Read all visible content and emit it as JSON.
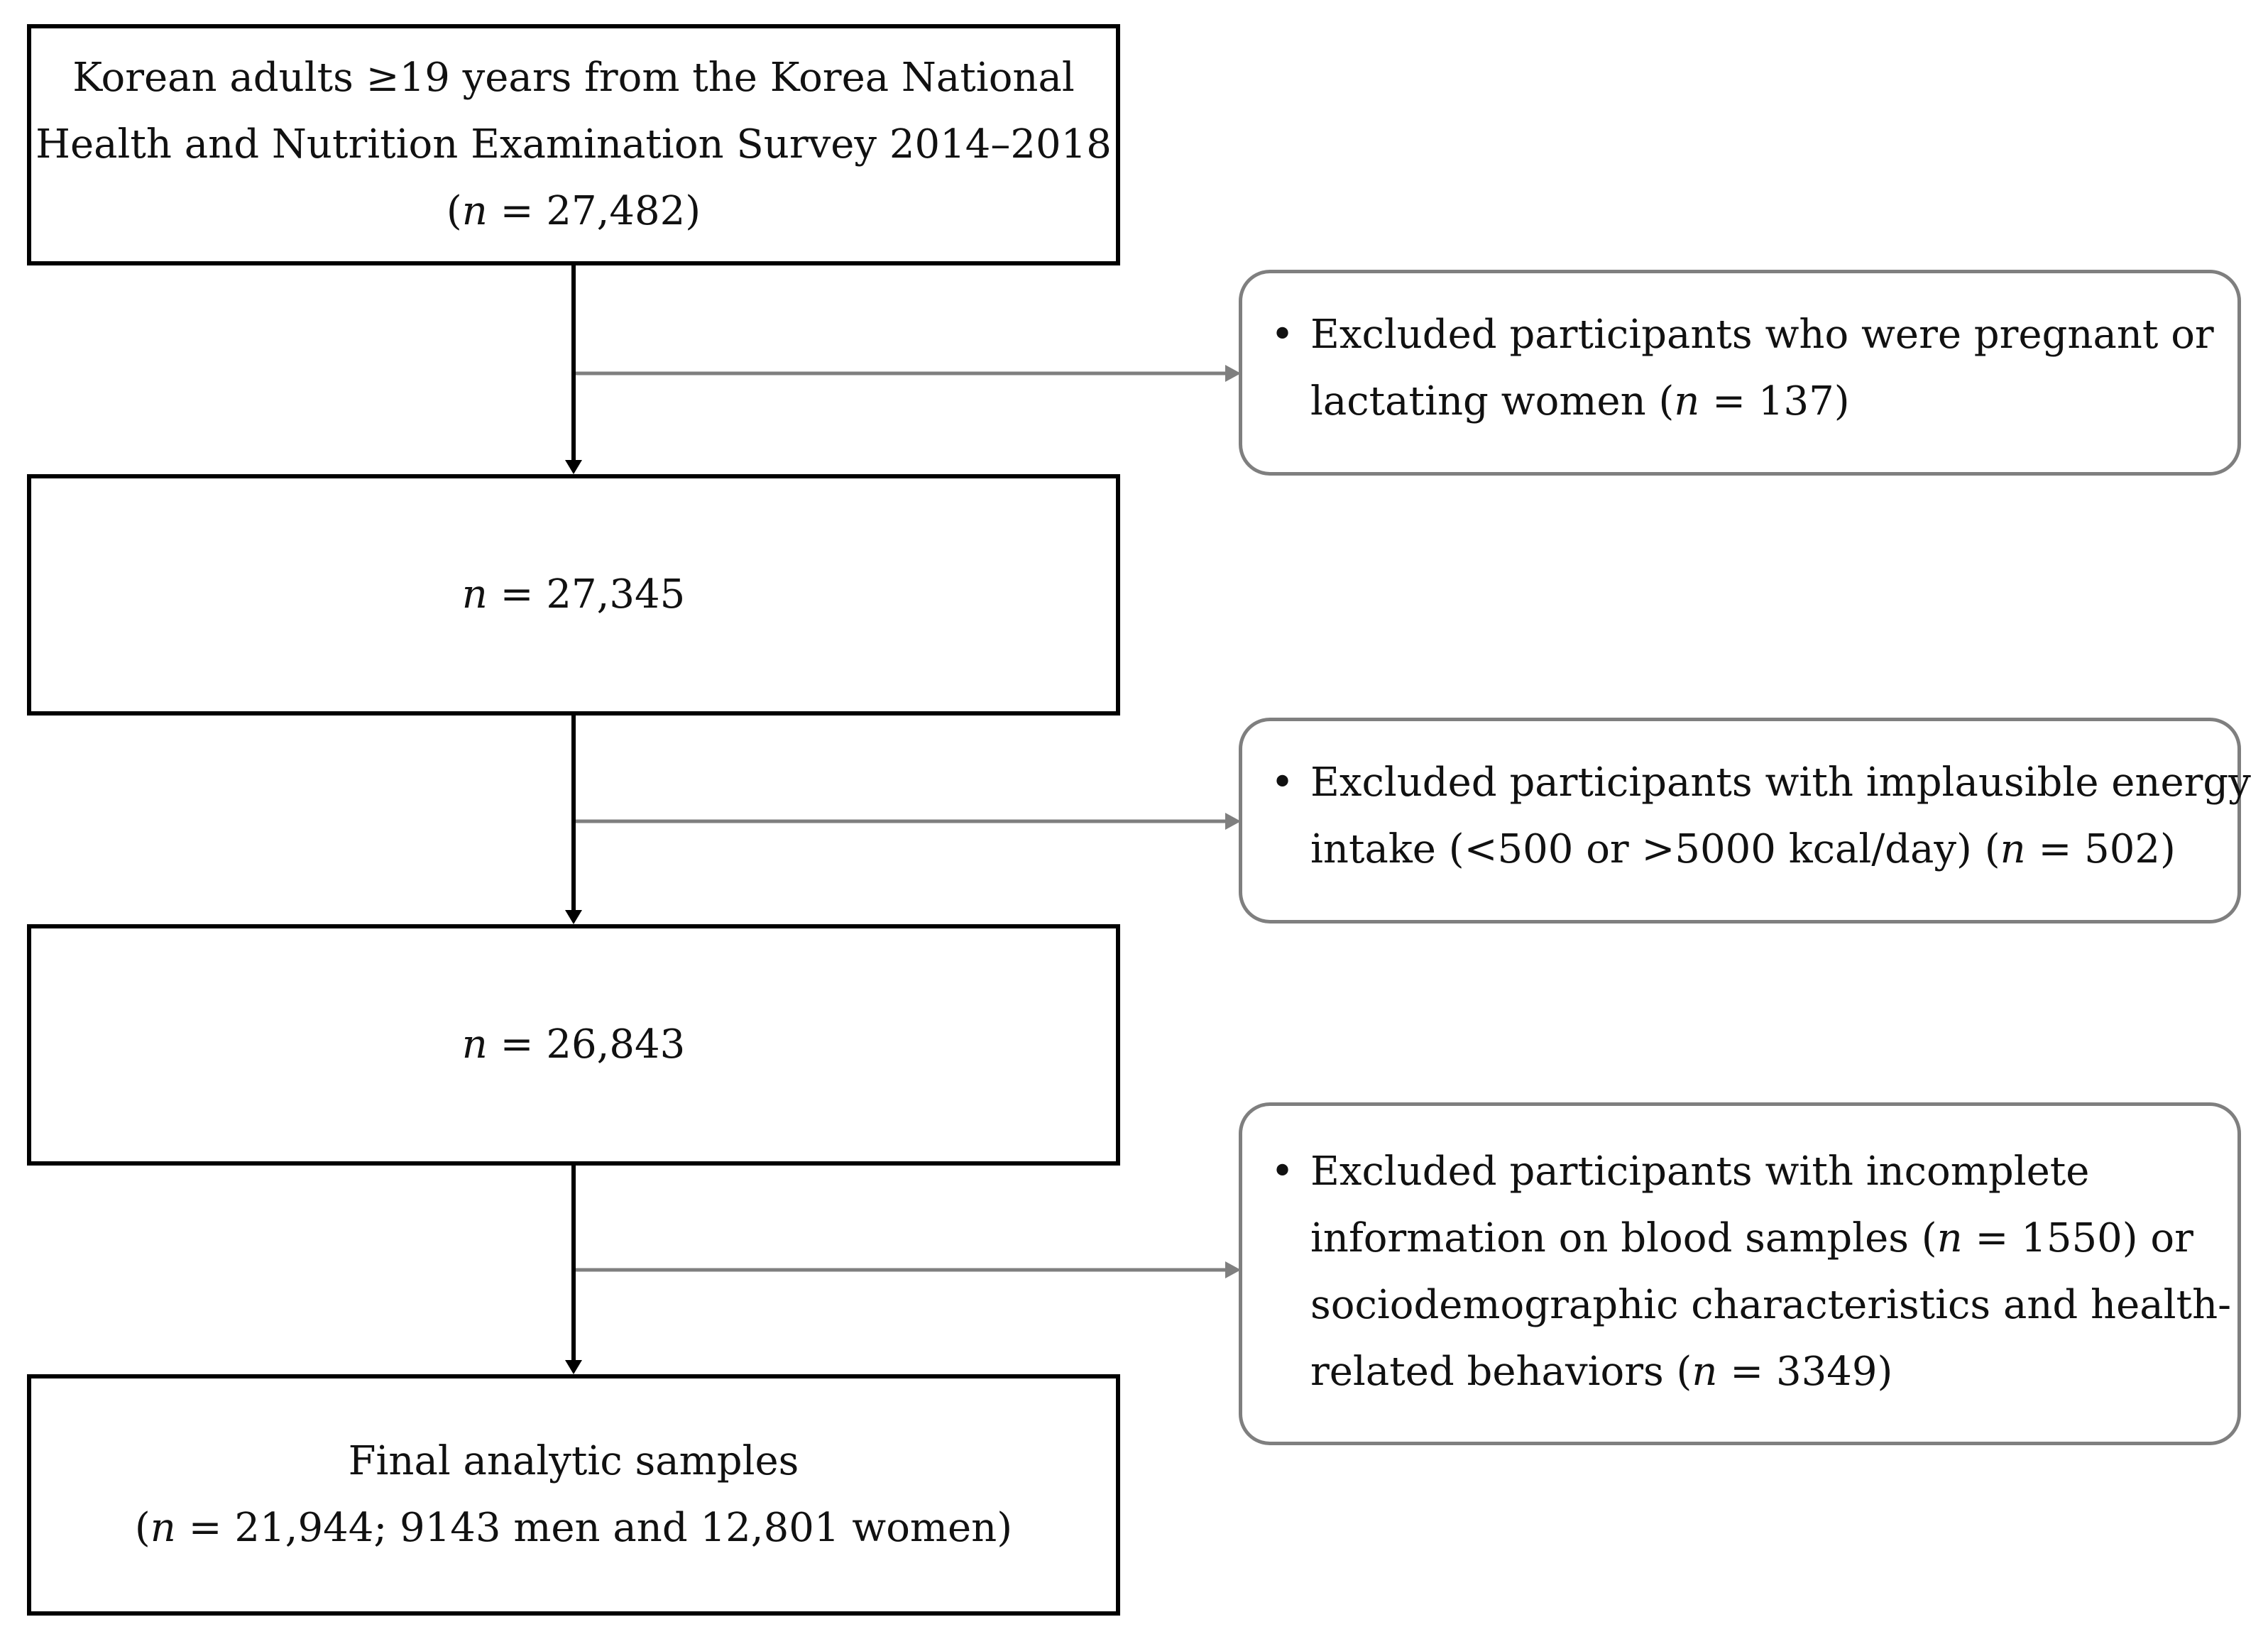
{
  "colors": {
    "step_border": "#000000",
    "exclusion_border": "#7f7f7f",
    "main_arrow": "#000000",
    "side_arrow": "#7f7f7f",
    "text": "#111111"
  },
  "steps": [
    {
      "lines": [
        "Korean adults ≥19 years from the  Korea National",
        "Health and Nutrition Examination Survey 2014–2018"
      ],
      "count_prefix": "(",
      "count_var": "n",
      "count_rest": " = 27,482)"
    },
    {
      "lines": [],
      "count_prefix": "",
      "count_var": "n",
      "count_rest": " = 27,345"
    },
    {
      "lines": [],
      "count_prefix": "",
      "count_var": "n",
      "count_rest": " = 26,843"
    },
    {
      "lines": [
        "Final analytic samples"
      ],
      "count_prefix": "(",
      "count_var": "n",
      "count_rest": " = 21,944; 9143 men and 12,801 women)"
    }
  ],
  "exclusions": [
    {
      "bullet": "•",
      "line1": "Excluded participants who were pregnant or",
      "line2_pre": "lactating women (",
      "line2_var": "n",
      "line2_post": " = 137)"
    },
    {
      "bullet": "•",
      "line1": "Excluded participants with implausible energy",
      "line2_pre": "intake (<500 or >5000 kcal/day) (",
      "line2_var": "n",
      "line2_post": " = 502)"
    },
    {
      "bullet": "•",
      "line1": "Excluded participants with incomplete",
      "line2_pre": "information on blood samples (",
      "line2_var": "n",
      "line2_post": " = 1550) or",
      "line3": "sociodemographic characteristics and health-",
      "line4_pre": "related behaviors (",
      "line4_var": "n",
      "line4_post": " = 3349)"
    }
  ]
}
